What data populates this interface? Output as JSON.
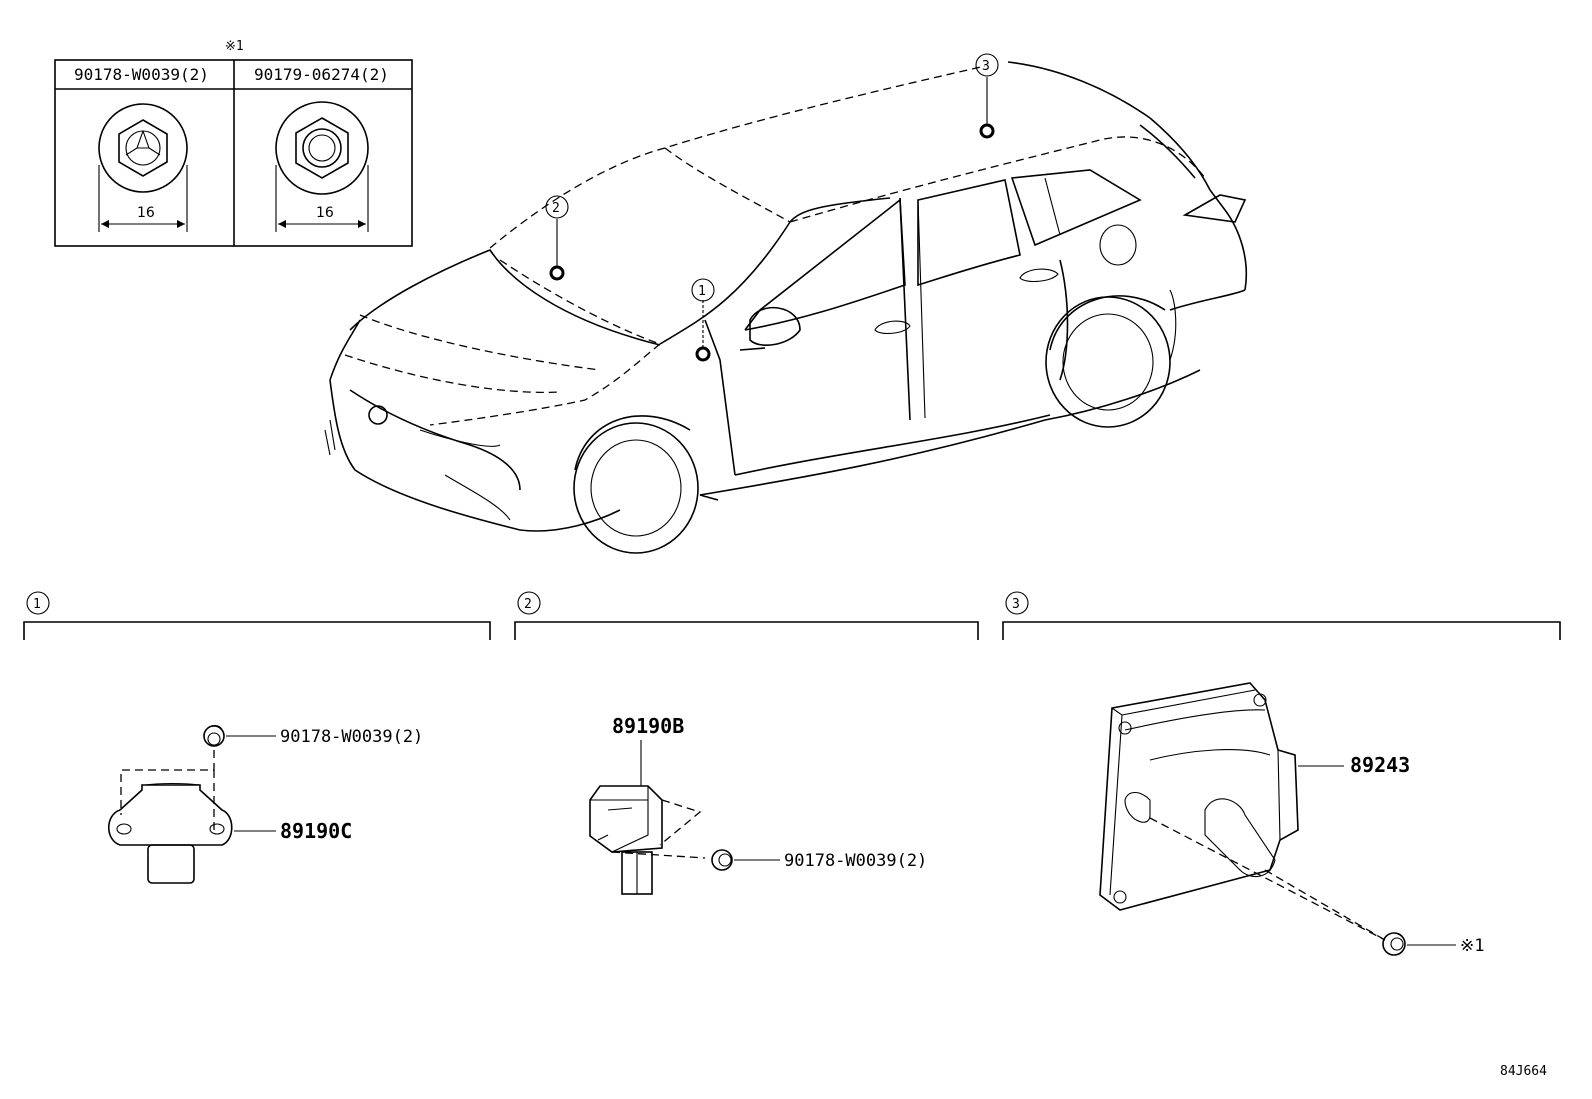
{
  "hardware_table": {
    "note_mark": "※1",
    "col1_part": "90178-W0039(2)",
    "col2_part": "90179-06274(2)",
    "col1_dim": "16",
    "col2_dim": "16"
  },
  "callouts": {
    "c1": "1",
    "c2": "2",
    "c3": "3"
  },
  "section1": {
    "number": "1",
    "bolt_label": "90178-W0039(2)",
    "sensor_label": "89190C"
  },
  "section2": {
    "number": "2",
    "sensor_label": "89190B",
    "bolt_label": "90178-W0039(2)"
  },
  "section3": {
    "number": "3",
    "module_label": "89243",
    "nut_label": "※1"
  },
  "diagram_code": "84J664"
}
